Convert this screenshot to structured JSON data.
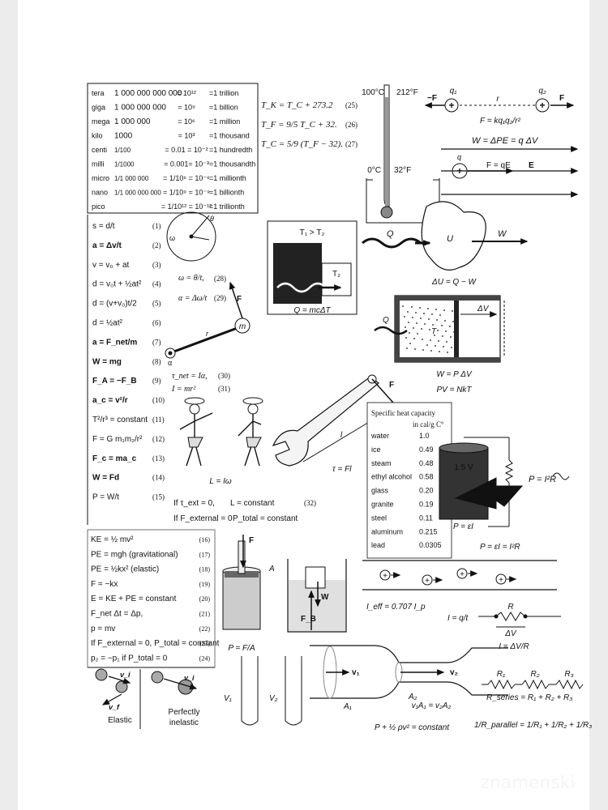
{
  "watermark": "znamenski",
  "prefixes": [
    {
      "name": "tera",
      "num": "1 000 000 000 000",
      "pow": "= 10¹²",
      "word": "=1 trillion"
    },
    {
      "name": "giga",
      "num": "1 000 000 000",
      "pow": "= 10⁹",
      "word": "=1 billion"
    },
    {
      "name": "mega",
      "num": "1 000 000",
      "pow": "= 10⁶",
      "word": "=1 million"
    },
    {
      "name": "kilo",
      "num": "1000",
      "pow": "= 10³",
      "word": "=1 thousand"
    },
    {
      "name": "centi",
      "num": "1/100",
      "pow": "= 0.01 = 10⁻²",
      "word": "=1 hundredth"
    },
    {
      "name": "milli",
      "num": "1/1000",
      "pow": "= 0.001= 10⁻³",
      "word": "=1 thousandth"
    },
    {
      "name": "micro",
      "num": "1/1 000 000",
      "pow": "= 1/10⁶ = 10⁻⁶",
      "word": "=1 millionth"
    },
    {
      "name": "nano",
      "num": "1/1 000 000 000",
      "pow": "= 1/10⁹ = 10⁻⁹",
      "word": "=1 billionth"
    },
    {
      "name": "pico",
      "num": "",
      "pow": "= 1/10¹² = 10⁻¹²",
      "word": "=1 trillionth"
    }
  ],
  "temp_eqs": [
    {
      "eq": "T_K = T_C + 273.2",
      "n": "(25)"
    },
    {
      "eq": "T_F = 9/5 T_C + 32.",
      "n": "(26)"
    },
    {
      "eq": "T_C = 5/9 (T_F − 32).",
      "n": "(27)"
    }
  ],
  "thermo": {
    "c100": "100°C",
    "f212": "212°F",
    "c0": "0°C",
    "f32": "32°F"
  },
  "coulomb": {
    "q1": "q₁",
    "q2": "q₂",
    "F": "F",
    "mF": "−F",
    "r": "r",
    "law": "F = kq₁q₂/r²",
    "work": "W = ΔPE = q ΔV",
    "q": "q",
    "fqe": "F = qE",
    "E": "E"
  },
  "mech_eqs": [
    {
      "eq": "s = d/t",
      "n": "(1)"
    },
    {
      "eq": "a = Δv/t",
      "n": "(2)"
    },
    {
      "eq": "v = v₀ + at",
      "n": "(3)"
    },
    {
      "eq": "d = v₀t + ½at²",
      "n": "(4)"
    },
    {
      "eq": "d = (v+v₀)t/2",
      "n": "(5)"
    },
    {
      "eq": "d = ½at²",
      "n": "(6)"
    },
    {
      "eq": "a = F_net/m",
      "n": "(7)"
    },
    {
      "eq": "W = mg",
      "n": "(8)"
    },
    {
      "eq": "F_A = −F_B",
      "n": "(9)"
    },
    {
      "eq": "a_c = v²/r",
      "n": "(10)"
    },
    {
      "eq": "T²/r³ = constant",
      "n": "(11)"
    },
    {
      "eq": "F = G m₁m₂/r²",
      "n": "(12)"
    },
    {
      "eq": "F_c = ma_c",
      "n": "(13)"
    },
    {
      "eq": "W = Fd",
      "n": "(14)"
    },
    {
      "eq": "P = W/t",
      "n": "(15)"
    }
  ],
  "rotation": {
    "omega": "ω = θ/t,",
    "alpha": "α = Δω/t",
    "n28": "(28)",
    "n29": "(29)",
    "theta": "θ",
    "w": "ω",
    "r": "r",
    "m": "m",
    "F": "F",
    "a": "α",
    "tau": "τ_net = Iα,",
    "n30": "(30)",
    "inertia": "I = mr²",
    "n31": "(31)",
    "angmom": "L = Iω",
    "cond1": "If τ_ext = 0,",
    "lconst": "L = constant",
    "n32": "(32)",
    "cond2": "If F_external = 0",
    "pconst": "P_total = constant",
    "torque": "τ = Fl",
    "l": "l",
    "Fw": "F"
  },
  "heat_transfer": {
    "t1t2": "T₁ > T₂",
    "t2": "T₂",
    "q": "Q = mcΔT"
  },
  "first_law": {
    "Q": "Q",
    "U": "U",
    "W": "W",
    "du": "ΔU = Q − W",
    "dv": "ΔV",
    "T": "T",
    "work": "W = P ΔV",
    "pv": "PV = NkT"
  },
  "specific_heat": {
    "title": "Specific heat capacity",
    "unit": "in cal/g C°",
    "rows": [
      [
        "water",
        "1.0"
      ],
      [
        "ice",
        "0.49"
      ],
      [
        "steam",
        "0.48"
      ],
      [
        "ethyl alcohol",
        "0.58"
      ],
      [
        "glass",
        "0.20"
      ],
      [
        "granite",
        "0.19"
      ],
      [
        "steel",
        "0.11"
      ],
      [
        "aluminum",
        "0.215"
      ],
      [
        "lead",
        "0.0305"
      ]
    ]
  },
  "battery": {
    "v": "1.5 V",
    "p1": "P = I²R",
    "p2": "P = εI",
    "p3": "P = εI = I²R"
  },
  "energy_eqs": [
    {
      "eq": "KE = ½ mv²",
      "n": "(16)"
    },
    {
      "eq": "PE = mgh  (gravitational)",
      "n": "(17)"
    },
    {
      "eq": "PE = ½kx²  (elastic)",
      "n": "(18)"
    },
    {
      "eq": "F = −kx",
      "n": "(19)"
    },
    {
      "eq": "E = KE + PE = constant",
      "n": "(20)"
    },
    {
      "eq": "F_net Δt = Δp,",
      "n": "(21)"
    },
    {
      "eq": "p = mv",
      "n": "(22)"
    },
    {
      "eq": "If F_external = 0, P_total = constant",
      "n": "(23)"
    },
    {
      "eq": "p₂ = −p₁  if P_total = 0",
      "n": "(24)"
    }
  ],
  "collisions": {
    "vi": "v_i",
    "vf": "v_f",
    "elastic": "Elastic",
    "inelastic1": "Perfectly",
    "inelastic2": "inelastic"
  },
  "pressure": {
    "F": "F",
    "A": "A",
    "p": "P = F/A",
    "W": "W",
    "FB": "F_B",
    "V1": "V₁",
    "V2": "V₂"
  },
  "circuits": {
    "ieff": "I_eff = 0.707  I_p",
    "i": "I = q/t",
    "R": "R",
    "dV": "ΔV",
    "ohm": "I = ΔV/R",
    "R1": "R₁",
    "R2": "R₂",
    "R3": "R₃",
    "series": "R_series = R₁ + R₂ + R₃",
    "parallel": "1/R_parallel = 1/R₁ + 1/R₂ + 1/R₃"
  },
  "fluids": {
    "v1": "v₁",
    "v2": "v₂",
    "A1": "A₁",
    "A2": "A₂",
    "cont": "v₁A₁ = v₂A₂",
    "bern": "P + ½ ρv² = constant"
  }
}
